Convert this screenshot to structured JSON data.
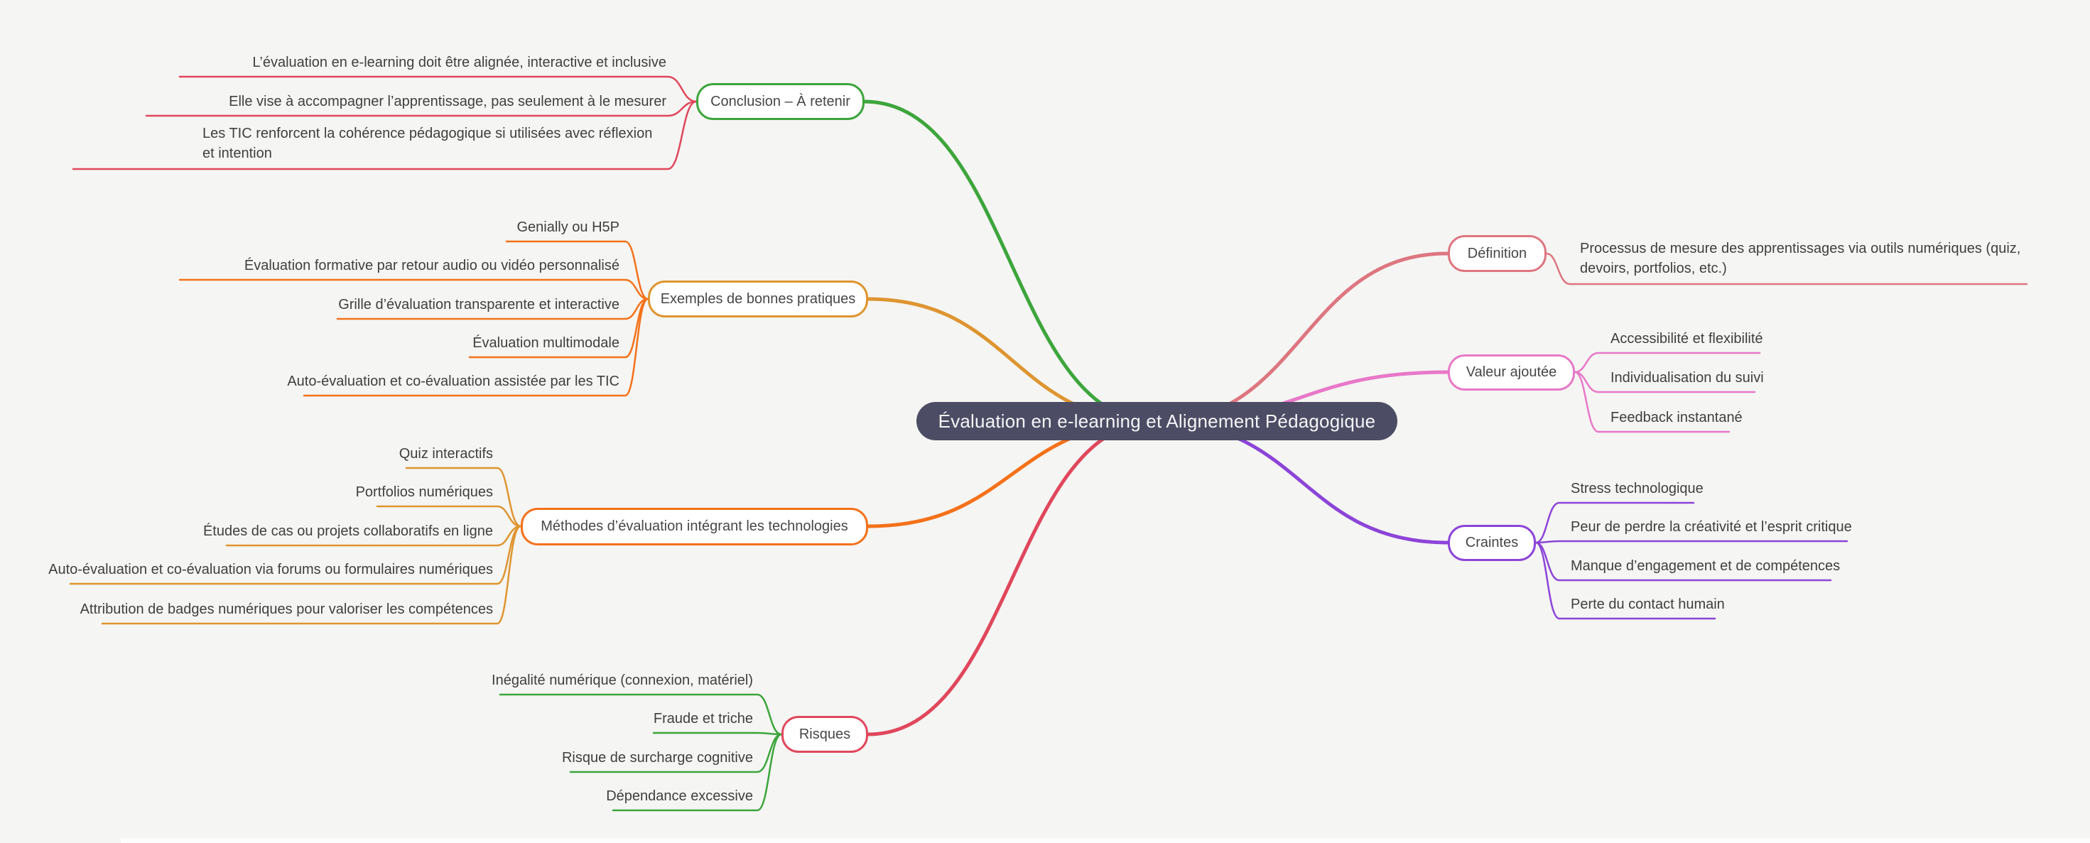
{
  "background": "#f5f5f3",
  "root": {
    "label": "Évaluation en e-learning et Alignement Pédagogique",
    "fill": "#4c4c64",
    "text_color": "#f4f4f8"
  },
  "colors": {
    "green": "#3da53c",
    "amber": "#de9530",
    "orange": "#f4711a",
    "crimson": "#e0475c",
    "salmon": "#dd7680",
    "orchid": "#e878c8",
    "violet": "#8c44d8",
    "child_text": "#3f3f3f",
    "label_text": "#474747",
    "node_fill": "#ffffff"
  },
  "branches": {
    "definition": {
      "label": "Définition",
      "children": [
        "Processus de mesure des apprentissages via outils numériques (quiz, devoirs, portfolios, etc.)"
      ]
    },
    "valeur_ajoutee": {
      "label": "Valeur ajoutée",
      "children": [
        "Accessibilité et flexibilité",
        "Individualisation du suivi",
        "Feedback instantané"
      ]
    },
    "craintes": {
      "label": "Craintes",
      "children": [
        "Stress technologique",
        "Peur de perdre la créativité et l’esprit critique",
        "Manque d’engagement et de compétences",
        "Perte du contact humain"
      ]
    },
    "methodes": {
      "label": "Méthodes d’évaluation intégrant les technologies",
      "children": [
        "Quiz interactifs",
        "Portfolios numériques",
        "Études de cas ou projets collaboratifs en ligne",
        "Auto-évaluation et co-évaluation via forums ou formulaires numériques",
        "Attribution de badges numériques pour valoriser les compétences"
      ]
    },
    "exemples": {
      "label": "Exemples de bonnes pratiques",
      "children": [
        "Genially ou H5P",
        "Évaluation formative par retour audio ou vidéo personnalisé",
        "Grille d’évaluation transparente et interactive",
        "Évaluation multimodale",
        "Auto-évaluation et co-évaluation assistée par les TIC"
      ]
    },
    "risques": {
      "label": "Risques",
      "children": [
        "Inégalité numérique (connexion, matériel)",
        "Fraude et triche",
        "Risque de surcharge cognitive",
        "Dépendance excessive"
      ]
    },
    "conclusion": {
      "label": "Conclusion – À retenir",
      "children": [
        "L’évaluation en e-learning doit être alignée, interactive et inclusive",
        "Elle vise à accompagner l’apprentissage, pas seulement à le mesurer",
        "Les TIC renforcent la cohérence pédagogique si utilisées avec réflexion et intention"
      ]
    }
  }
}
